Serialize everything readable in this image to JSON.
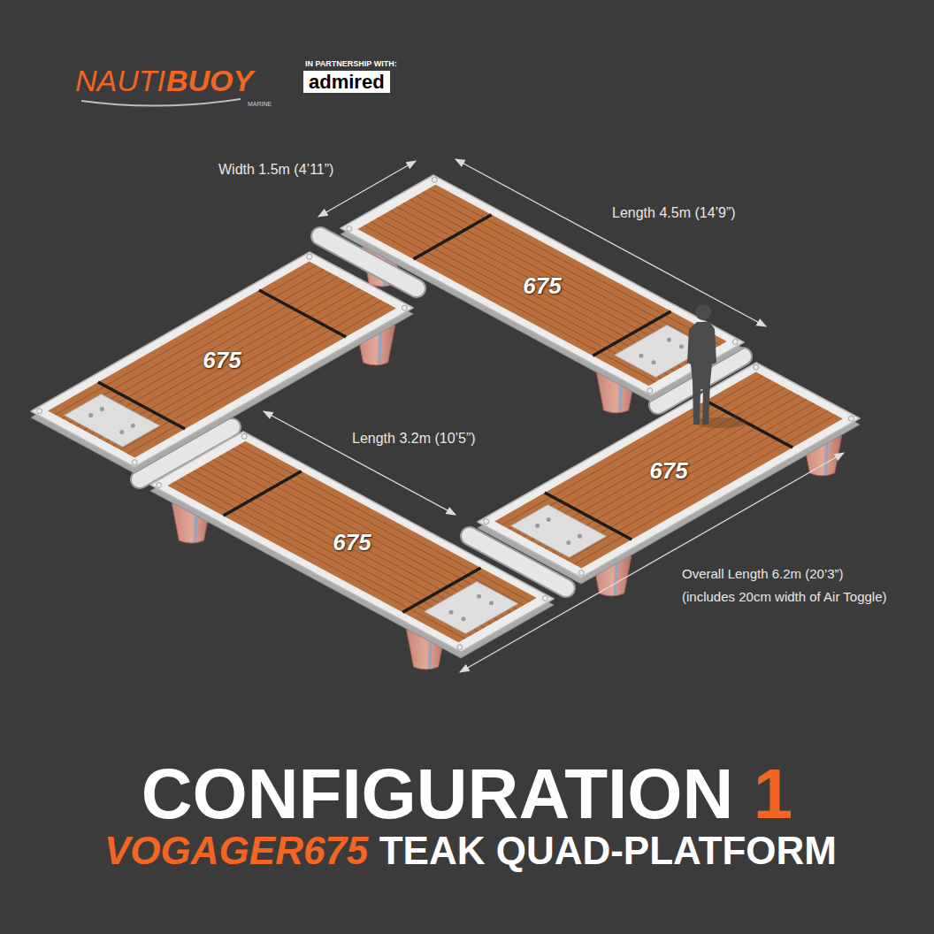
{
  "diagram": {
    "nodes": [
      {
        "text": [
          "675"
        ]
      },
      {
        "text": [
          "675"
        ]
      },
      {
        "text": [
          "675"
        ]
      },
      {
        "text": [
          "675"
        ]
      }
    ],
    "labels": [
      "NAUTI",
      "BUOY",
      "MARINE",
      "IN PARTNERSHIP WITH:",
      "admired",
      "Width 1.5m (4’11”)",
      "Length 4.5m (14’9”)",
      "Length 3.2m (10’5”)",
      "Overall Length 6.2m (20’3”)",
      "(includes 20cm width of Air Toggle)",
      "CONFIGURATION",
      "1",
      "VOGAGER675",
      "TEAK QUAD-PLATFORM"
    ]
  }
}
